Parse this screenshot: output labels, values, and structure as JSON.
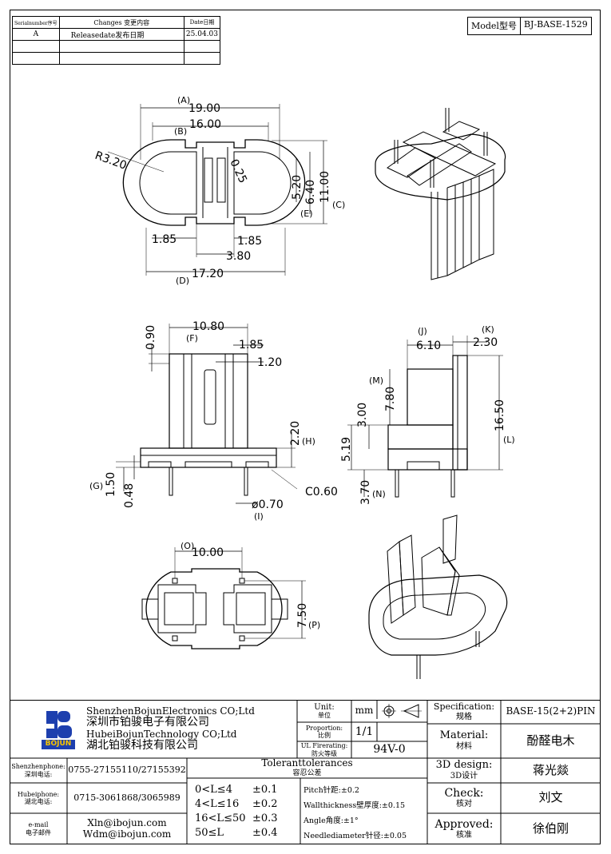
{
  "revision_table": {
    "headers": [
      "Serialnumber序号",
      "Changes 变更内容",
      "Date日期"
    ],
    "rows": [
      {
        "serial": "A",
        "change": "Releasedate发布日期",
        "date": "25.04.03"
      },
      {
        "serial": "",
        "change": "",
        "date": ""
      },
      {
        "serial": "",
        "change": "",
        "date": ""
      }
    ]
  },
  "model": {
    "label": "Model型号",
    "value": "BJ-BASE-1529"
  },
  "top_view": {
    "dims": [
      "(A)",
      "19.00",
      "(B)",
      "16.00",
      "R3.20",
      "0.25",
      "5.20",
      "6.40",
      "11.00",
      "(C)",
      "(E)",
      "1.85",
      "1.85",
      "3.80",
      "17.20",
      "(D)"
    ]
  },
  "front_view": {
    "dims": [
      "10.80",
      "(F)",
      "0.90",
      "1.85",
      "1.20",
      "2.20",
      "(H)",
      "(G)",
      "1.50",
      "0.48",
      "C0.60",
      "ø0.70",
      "(I)"
    ]
  },
  "side_view": {
    "dims": [
      "(J)",
      "(K)",
      "6.10",
      "2.30",
      "(M)",
      "7.80",
      "3.00",
      "16.50",
      "(L)",
      "5.19",
      "3.70",
      "(N)"
    ]
  },
  "bottom_view": {
    "dims": [
      "(O)",
      "10.00",
      "7.50",
      "(P)"
    ]
  },
  "title_block": {
    "company_en1": "ShenzhenBojunElectronics CO;Ltd",
    "company_cn1": "深圳市铂骏电子有限公司",
    "company_en2": "HubeiBojunTechnology CO;Ltd",
    "company_cn2": "湖北铂骏科技有限公司",
    "logo_text": "BOJUN",
    "unit_label": "Unit:",
    "unit_label_cn": "单位",
    "unit_value": "mm",
    "proportion_label": "Proportion:",
    "proportion_label_cn": "比例",
    "proportion_value": "1/1",
    "ul_label": "UL Firerating:",
    "ul_label_cn": "防火等级",
    "ul_value": "94V-0",
    "spec_label": "Specification:",
    "spec_label_cn": "规格",
    "spec_value": "BASE-15(2+2)PIN",
    "material_label": "Material:",
    "material_label_cn": "材料",
    "material_value": "酚醛电木",
    "design_label": "3D design:",
    "design_label_cn": "3D设计",
    "design_value": "蒋光燚",
    "check_label": "Check:",
    "check_label_cn": "核对",
    "check_value": "刘文",
    "approved_label": "Approved:",
    "approved_label_cn": "核准",
    "approved_value": "徐伯刚",
    "sz_phone_label": "Shenzhenphone:",
    "sz_phone_label_cn": "深圳电话:",
    "sz_phone_value": "0755-27155110/27155392",
    "hb_phone_label": "Hubeiphone:",
    "hb_phone_label_cn": "湖北电话:",
    "hb_phone_value": "0715-3061868/3065989",
    "email_label": "e-mail",
    "email_label_cn": "电子邮件",
    "email1": "Xln@ibojun.com",
    "email2": "Wdm@ibojun.com",
    "tol_title": "Toleranttolerances",
    "tol_title_cn": "容忍公差",
    "tolerances": [
      {
        "range": "0<L≤4",
        "value": "±0.1"
      },
      {
        "range": "4<L≤16",
        "value": "±0.2"
      },
      {
        "range": "16<L≤50",
        "value": "±0.3"
      },
      {
        "range": "50≤L",
        "value": "±0.4"
      }
    ],
    "notes": [
      "Pitch针距:±0.2",
      "Wallthickness壁厚度:±0.15",
      "Angle角度:±1°",
      "Needlediameter针径:±0.05"
    ]
  }
}
